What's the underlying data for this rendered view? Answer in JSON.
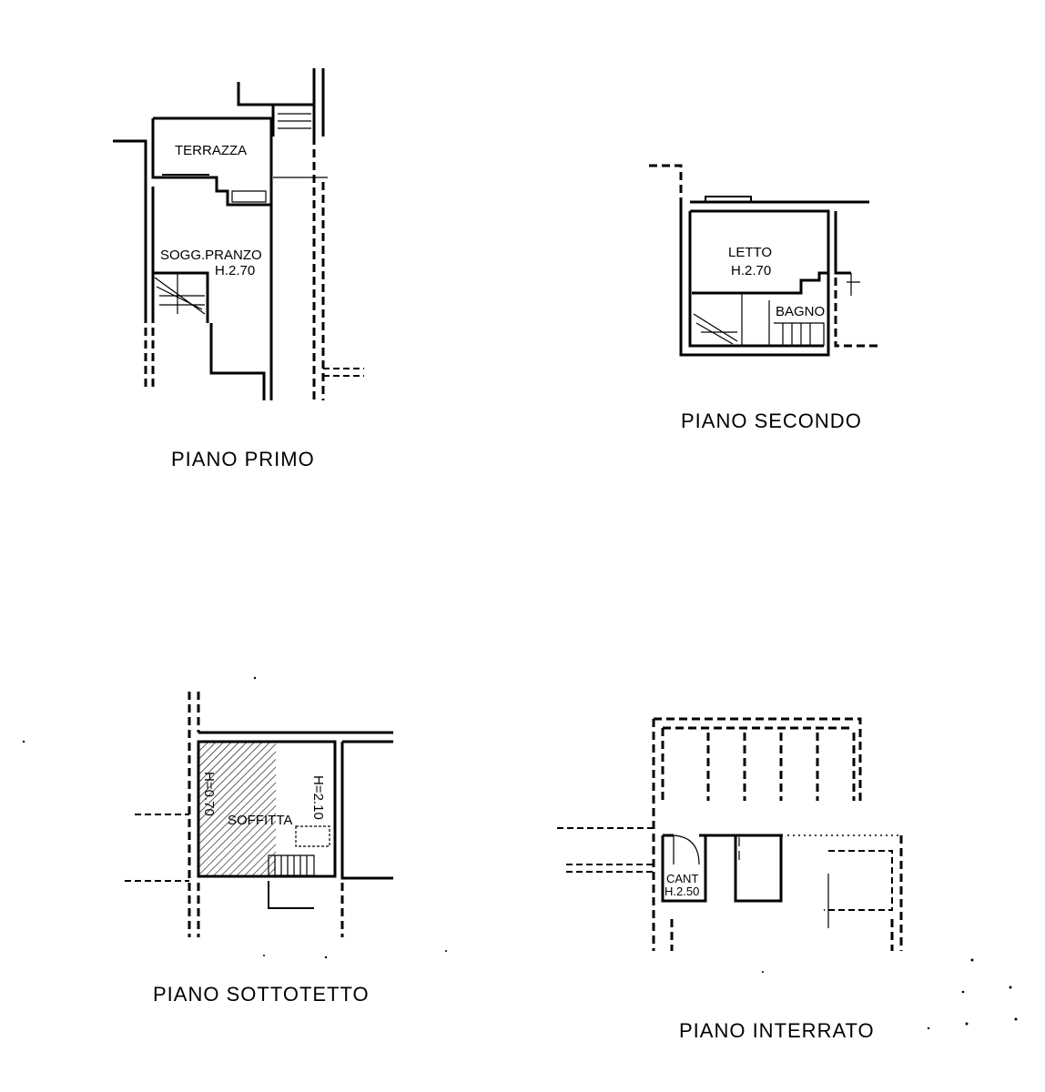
{
  "plans": {
    "primo": {
      "title": "PIANO  PRIMO",
      "rooms": {
        "terrazza": "TERRAZZA",
        "soggiorno": "SOGG.PRANZO",
        "soggiorno_height": "H.2.70"
      }
    },
    "secondo": {
      "title": "PIANO  SECONDO",
      "rooms": {
        "letto": "LETTO",
        "letto_height": "H.2.70",
        "bagno": "BAGNO"
      }
    },
    "sottotetto": {
      "title": "PIANO  SOTTOTETTO",
      "rooms": {
        "soffitta": "SOFFITTA",
        "height_low": "H=0.70",
        "height_high": "H=2.10"
      }
    },
    "interrato": {
      "title": "PIANO  INTERRATO",
      "rooms": {
        "cantina": "CANT",
        "cantina_height": "H.2.50"
      }
    }
  }
}
